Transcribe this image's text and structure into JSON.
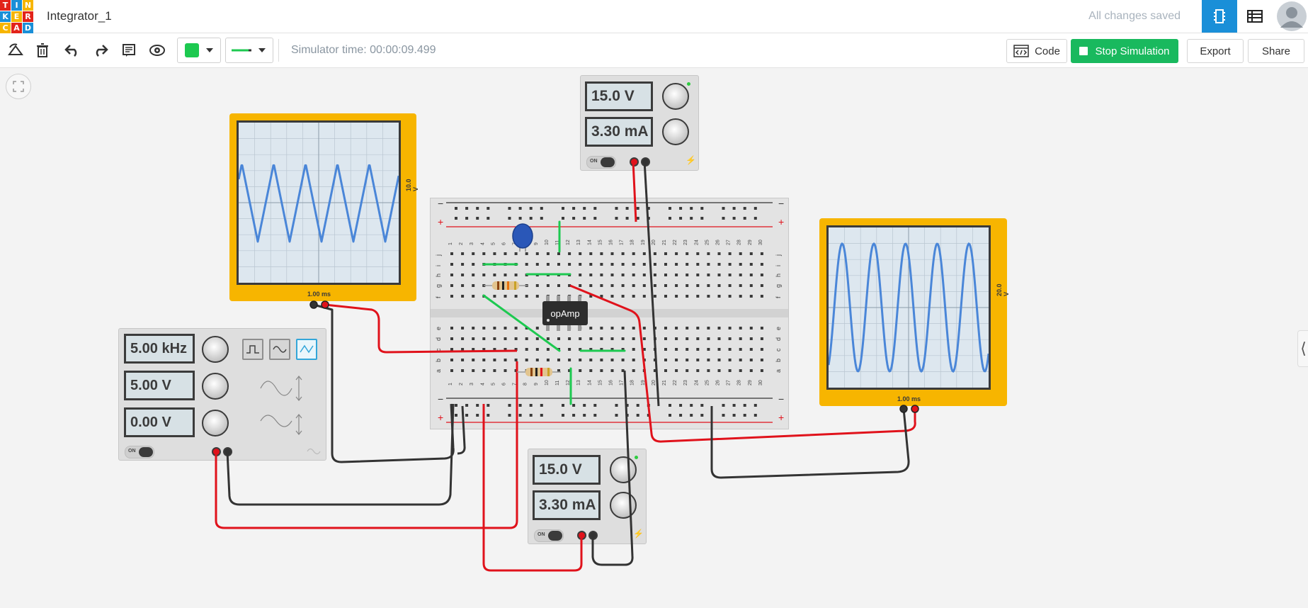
{
  "app": {
    "logo_letters": [
      "T",
      "I",
      "N",
      "K",
      "E",
      "R",
      "C",
      "A",
      "D"
    ],
    "project_title": "Integrator_1",
    "save_status": "All changes saved"
  },
  "toolbar": {
    "simulator_time": "Simulator time: 00:00:09.499",
    "code_label": "Code",
    "stop_label": "Stop Simulation",
    "export_label": "Export",
    "share_label": "Share",
    "wire_color": "#1dc950"
  },
  "oscilloscope_left": {
    "volts_per_div": "10.0 V",
    "time_per_div": "1.00 ms"
  },
  "oscilloscope_right": {
    "volts_per_div": "20.0 V",
    "time_per_div": "1.00 ms"
  },
  "function_generator": {
    "frequency": "5.00 kHz",
    "amplitude": "5.00 V",
    "offset": "0.00 V",
    "switch_label": "ON",
    "selected_wave": "triangle"
  },
  "power_supply_top": {
    "voltage": "15.0 V",
    "current": "3.30 mA",
    "switch_label": "ON"
  },
  "power_supply_bottom": {
    "voltage": "15.0 V",
    "current": "3.30 mA",
    "switch_label": "ON"
  },
  "components": {
    "opamp_label": "opAmp"
  },
  "breadboard": {
    "minus_symbol": "−",
    "plus_symbol": "+",
    "row_letters_top": [
      "j",
      "i",
      "h",
      "g",
      "f"
    ],
    "row_letters_bottom": [
      "e",
      "d",
      "c",
      "b",
      "a"
    ],
    "column_count": 30
  },
  "colors": {
    "accent": "#1a8fd8",
    "scope_frame": "#f7b500",
    "trace": "#4a86d8",
    "wire_red": "#e0121b",
    "wire_black": "#333333",
    "wire_green": "#1dc950",
    "stop_green": "#19b95e"
  }
}
